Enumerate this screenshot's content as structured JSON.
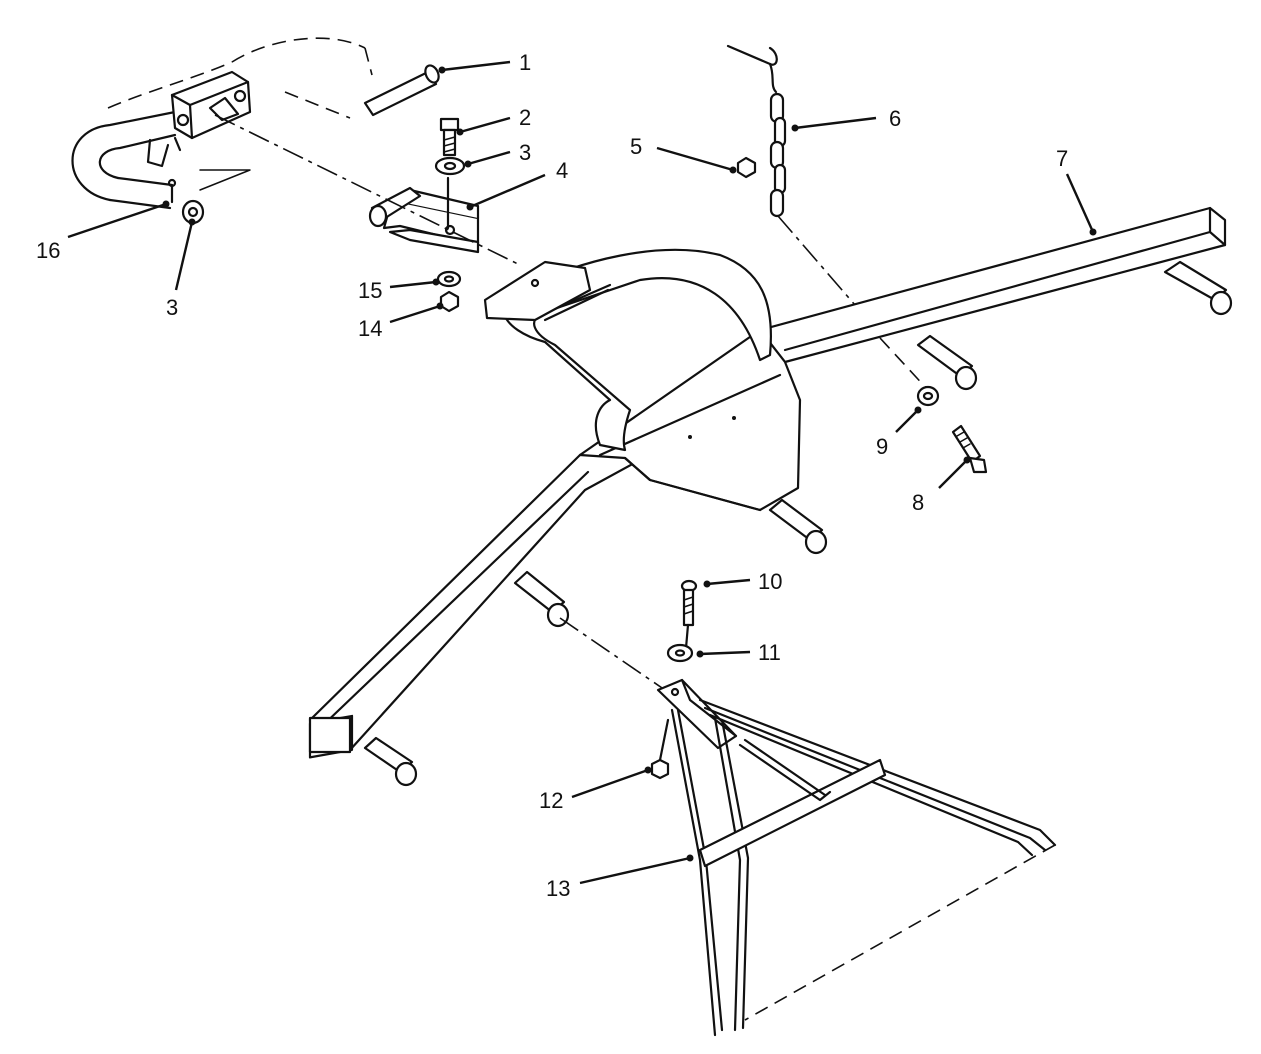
{
  "callouts": [
    {
      "id": "c1",
      "label": "1"
    },
    {
      "id": "c2",
      "label": "2"
    },
    {
      "id": "c3a",
      "label": "3"
    },
    {
      "id": "c4",
      "label": "4"
    },
    {
      "id": "c5",
      "label": "5"
    },
    {
      "id": "c6",
      "label": "6"
    },
    {
      "id": "c7",
      "label": "7"
    },
    {
      "id": "c8",
      "label": "8"
    },
    {
      "id": "c9",
      "label": "9"
    },
    {
      "id": "c10",
      "label": "10"
    },
    {
      "id": "c11",
      "label": "11"
    },
    {
      "id": "c12",
      "label": "12"
    },
    {
      "id": "c13",
      "label": "13"
    },
    {
      "id": "c14",
      "label": "14"
    },
    {
      "id": "c15",
      "label": "15"
    },
    {
      "id": "c16",
      "label": "16"
    },
    {
      "id": "c3b",
      "label": "3"
    }
  ]
}
